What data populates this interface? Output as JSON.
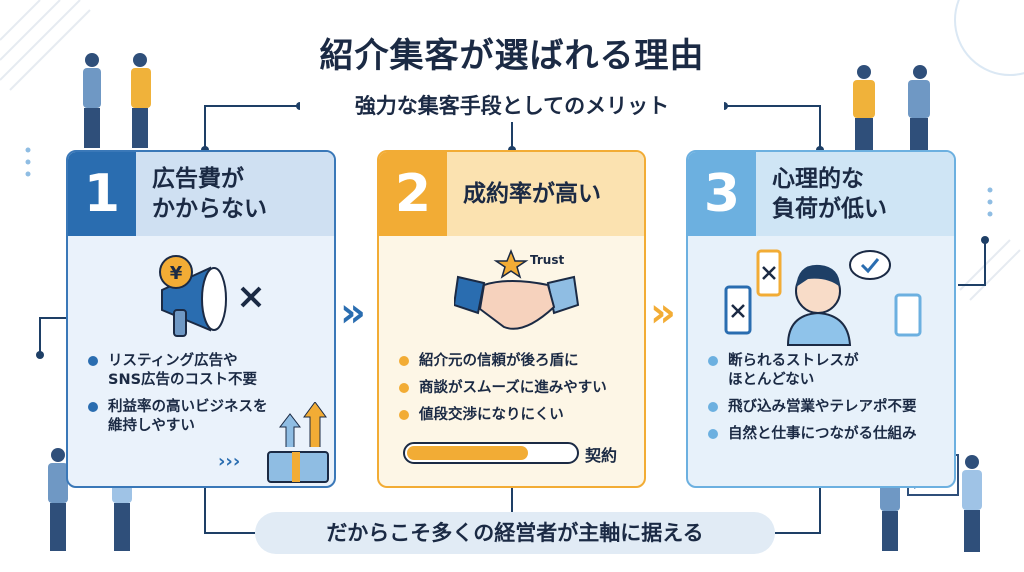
{
  "title": "紹介集客が選ばれる理由",
  "subtitle": "強力な集客手段としてのメリット",
  "bottom_message": "だからこそ多くの経営者が主軸に据える",
  "colors": {
    "navy": "#1b2a44",
    "blue": "#2a6db0",
    "orange": "#f2ac35",
    "lightblue": "#6cb0e0"
  },
  "cards": [
    {
      "number": "1",
      "title_line1": "広告費が",
      "title_line2": "かからない",
      "icon": "megaphone-yen-no-icon",
      "bullets": [
        "リスティング広告や\nSNS広告のコスト不要",
        "利益率の高いビジネスを\n維持しやすい"
      ]
    },
    {
      "number": "2",
      "title_line1": "成約率が高い",
      "icon": "handshake-trust-icon",
      "icon_label": "Trust",
      "bullets": [
        "紹介元の信頼が後ろ盾に",
        "商談がスムーズに進みやすい",
        "値段交渉になりにくい"
      ],
      "progress_label": "契約",
      "progress": 0.72
    },
    {
      "number": "3",
      "title_line1": "心理的な",
      "title_line2": "負荷が低い",
      "icon": "relaxed-person-icon",
      "bullets": [
        "断られるストレスが\nほとんどない",
        "飛び込み営業やテレアポ不要",
        "自然と仕事につながる仕組み"
      ]
    }
  ]
}
